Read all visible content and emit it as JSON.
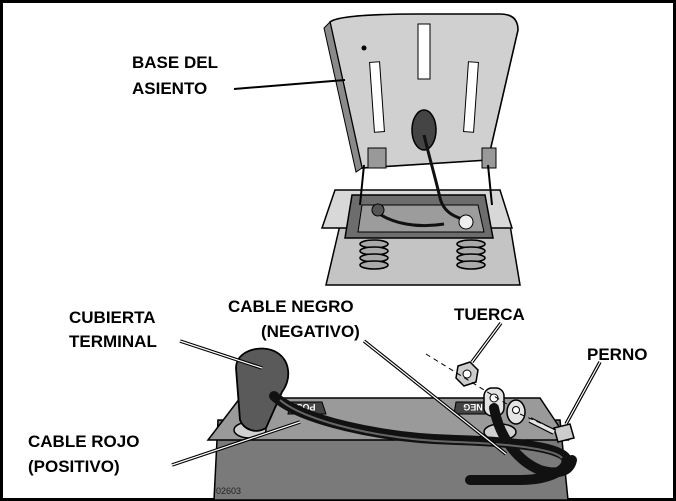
{
  "labels": {
    "seat_base": [
      "BASE DEL",
      "ASIENTO"
    ],
    "terminal_cover": [
      "CUBIERTA",
      "TERMINAL"
    ],
    "black_cable": [
      "CABLE NEGRO",
      "(NEGATIVO)"
    ],
    "nut": "TUERCA",
    "bolt": "PERNO",
    "red_cable": [
      "CABLE ROJO",
      "(POSITIVO)"
    ]
  },
  "battery": {
    "pos_label": "POS",
    "neg_label": "NEG"
  },
  "figure_code": "02603",
  "colors": {
    "line": "#000000",
    "battery_top": "#9a9a9a",
    "battery_front": "#7a7a7a",
    "seat_plate": "#cfcfcf",
    "tray": "#b8b8b8",
    "cable": "#111111"
  }
}
